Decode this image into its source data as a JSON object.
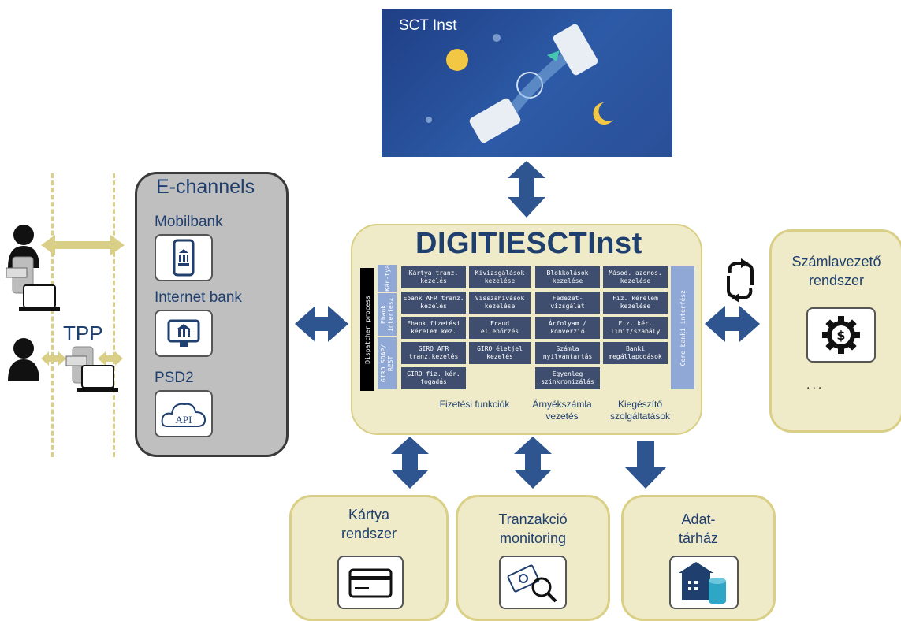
{
  "sct_panel": {
    "title": "SCT Inst"
  },
  "echannels": {
    "title": "E-channels",
    "items": [
      {
        "label": "Mobilbank",
        "icon": "bank-phone-icon"
      },
      {
        "label": "Internet bank",
        "icon": "bank-monitor-icon"
      },
      {
        "label": "PSD2",
        "icon": "api-cloud-icon",
        "icon_text": "API"
      }
    ]
  },
  "left": {
    "tpp_label": "TPP"
  },
  "core": {
    "title": "DIGITIESCTInst",
    "dispatcher": "Dispatcher process",
    "row_labels": [
      "Kár-tya",
      "Ebank interfész",
      "GIRO SOAP/ REST"
    ],
    "core_interface": "Core banki interfész",
    "cells": {
      "c1": "Kártya tranz. kezelés",
      "c2": "Ebank AFR tranz. kezelés",
      "c3": "Ebank fizetési kérelem kez.",
      "c4": "GIRO AFR tranz.kezelés",
      "c5": "GIRO fiz. kér. fogadás",
      "d1": "Kivizsgálások kezelése",
      "d2": "Visszahívások kezelése",
      "d3": "Fraud ellenőrzés",
      "d4": "GIRO életjel kezelés",
      "e1": "Blokkolások kezelése",
      "e2": "Fedezet-vizsgálat",
      "e3": "Árfolyam / konverzió",
      "e4": "Számla nyilvántartás",
      "e5": "Egyenleg szinkronizálás",
      "f1": "Másod. azonos. kezelése",
      "f2": "Fiz. kérelem kezelése",
      "f3": "Fiz. kér. limit/szabály",
      "f4": "Banki megállapodások"
    },
    "col_labels": [
      "Fizetési funkciók",
      "Árnyékszámla vezetés",
      "Kiegészítő szolgáltatások"
    ]
  },
  "systems": {
    "account": {
      "label": "Számlavezető rendszer",
      "more": "...",
      "icon": "dollar-gear-icon",
      "sync_icon": "sync-icon"
    },
    "card": {
      "label": "Kártya rendszer",
      "icon": "credit-card-icon"
    },
    "monitoring": {
      "label": "Tranzakció monitoring",
      "icon": "money-search-icon"
    },
    "warehouse": {
      "label": "Adat-tárház",
      "icon": "warehouse-database-icon"
    }
  },
  "colors": {
    "navy": "#1f3f6e",
    "arrow": "#2e5590",
    "cell": "#3f4e6e",
    "strip": "#8fa8d6",
    "box": "#efebc8",
    "box_border": "#d9cf86"
  }
}
